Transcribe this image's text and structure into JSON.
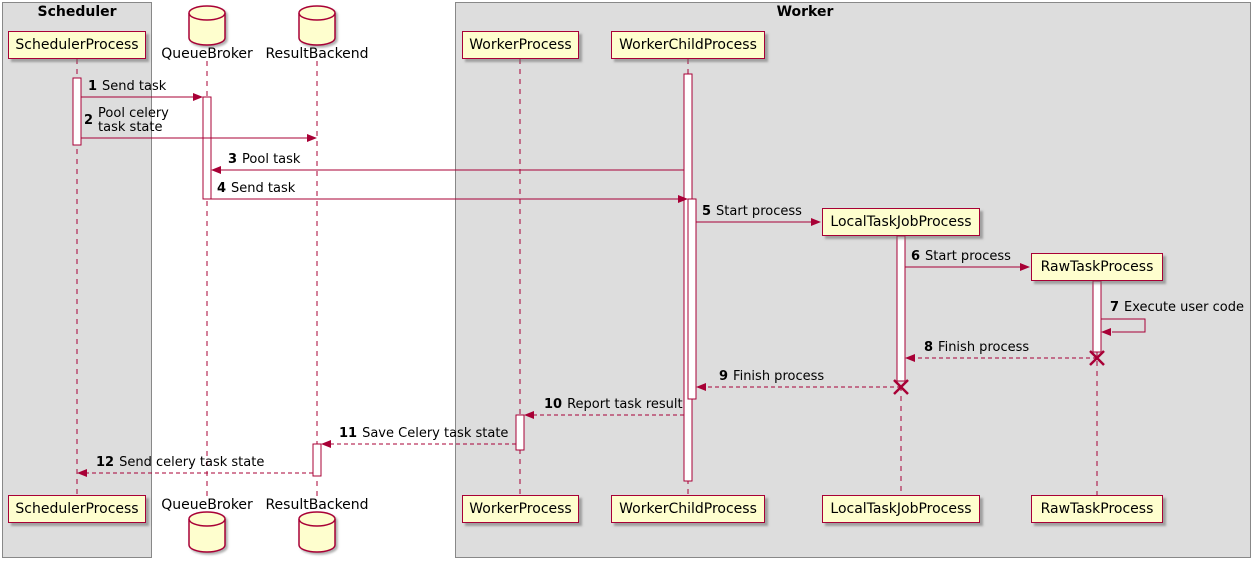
{
  "diagram_type": "sequence",
  "frames": {
    "scheduler": {
      "label": "Scheduler"
    },
    "worker": {
      "label": "Worker"
    }
  },
  "participants": {
    "scheduler_process": {
      "label": "SchedulerProcess",
      "kind": "participant"
    },
    "queue_broker": {
      "label": "QueueBroker",
      "kind": "database"
    },
    "result_backend": {
      "label": "ResultBackend",
      "kind": "database"
    },
    "worker_process": {
      "label": "WorkerProcess",
      "kind": "participant"
    },
    "worker_child_process": {
      "label": "WorkerChildProcess",
      "kind": "participant"
    },
    "local_task_job_process": {
      "label": "LocalTaskJobProcess",
      "kind": "participant"
    },
    "raw_task_process": {
      "label": "RawTaskProcess",
      "kind": "participant"
    }
  },
  "messages": {
    "m1": {
      "num": "1",
      "label": "Send task",
      "from": "SchedulerProcess",
      "to": "QueueBroker",
      "line": "solid"
    },
    "m2": {
      "num": "2",
      "label": "Pool celery\ntask state",
      "from": "SchedulerProcess",
      "to": "ResultBackend",
      "line": "solid"
    },
    "m3": {
      "num": "3",
      "label": "Pool task",
      "from": "WorkerChildProcess",
      "to": "QueueBroker",
      "line": "solid"
    },
    "m4": {
      "num": "4",
      "label": "Send task",
      "from": "QueueBroker",
      "to": "WorkerChildProcess",
      "line": "solid"
    },
    "m5": {
      "num": "5",
      "label": "Start process",
      "from": "WorkerChildProcess",
      "to": "LocalTaskJobProcess",
      "line": "solid"
    },
    "m6": {
      "num": "6",
      "label": "Start process",
      "from": "LocalTaskJobProcess",
      "to": "RawTaskProcess",
      "line": "solid"
    },
    "m7": {
      "num": "7",
      "label": "Execute user code",
      "from": "RawTaskProcess",
      "to": "RawTaskProcess",
      "line": "solid"
    },
    "m8": {
      "num": "8",
      "label": "Finish process",
      "from": "RawTaskProcess",
      "to": "LocalTaskJobProcess",
      "line": "dashed"
    },
    "m9": {
      "num": "9",
      "label": "Finish process",
      "from": "LocalTaskJobProcess",
      "to": "WorkerChildProcess",
      "line": "dashed"
    },
    "m10": {
      "num": "10",
      "label": "Report task result",
      "from": "WorkerChildProcess",
      "to": "WorkerProcess",
      "line": "dashed"
    },
    "m11": {
      "num": "11",
      "label": "Save Celery task state",
      "from": "WorkerProcess",
      "to": "ResultBackend",
      "line": "dashed"
    },
    "m12": {
      "num": "12",
      "label": "Send celery task state",
      "from": "ResultBackend",
      "to": "SchedulerProcess",
      "line": "dashed"
    }
  },
  "colors": {
    "participant_fill": "#FEFECE",
    "participant_border": "#A80036",
    "arrow": "#A80036",
    "frame_fill": "#DDDDDD",
    "text": "#000000"
  }
}
